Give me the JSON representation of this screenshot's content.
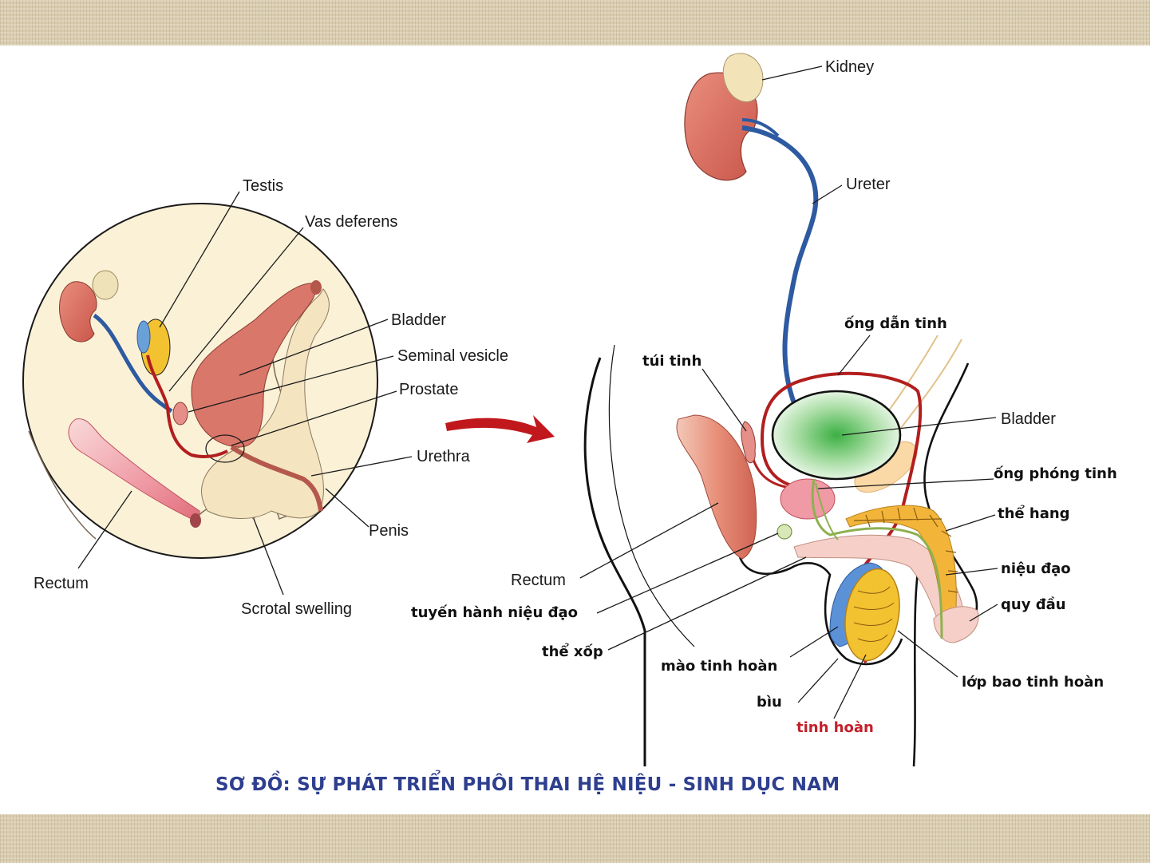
{
  "left_labels": {
    "testis": "Testis",
    "vas_deferens": "Vas deferens",
    "bladder": "Bladder",
    "seminal_vesicle": "Seminal vesicle",
    "prostate": "Prostate",
    "urethra": "Urethra",
    "penis": "Penis",
    "rectum": "Rectum",
    "scrotal_swelling": "Scrotal swelling"
  },
  "right_labels": {
    "kidney": "Kidney",
    "ureter": "Ureter",
    "ong_dan_tinh": "ống dẫn tinh",
    "tui_tinh": "túi tinh",
    "bladder": "Bladder",
    "ong_phong_tinh": "ống phóng tinh",
    "the_hang": "thể hang",
    "nieu_dao": "niệu đạo",
    "quy_dau": "quy đầu",
    "rectum": "Rectum",
    "tuyen_hanh_nieu_dao": "tuyến hành niệu đạo",
    "the_xop": "thể xốp",
    "mao_tinh_hoan": "mào tinh hoàn",
    "lop_bao_tinh_hoan": "lớp bao tinh hoàn",
    "biu": "bìu",
    "tinh_hoan": "tinh hoàn"
  },
  "caption": "SƠ ĐỒ: SỰ PHÁT TRIỂN PHÔI THAI HỆ NIỆU - SINH DỤC NAM",
  "colors": {
    "caption": "#2e3f8f",
    "highlight_label": "#c4202a",
    "kidney": "#d9776a",
    "ureter": "#2d5aa0",
    "vas_deferens": "#b21e1e",
    "testis": "#f2c230",
    "bladder_green": "#3cb043",
    "circle_fill": "#fbf1d6",
    "background_band": "#d9ccaf"
  },
  "icons": {
    "transition_arrow": "curved-arrow-right"
  }
}
